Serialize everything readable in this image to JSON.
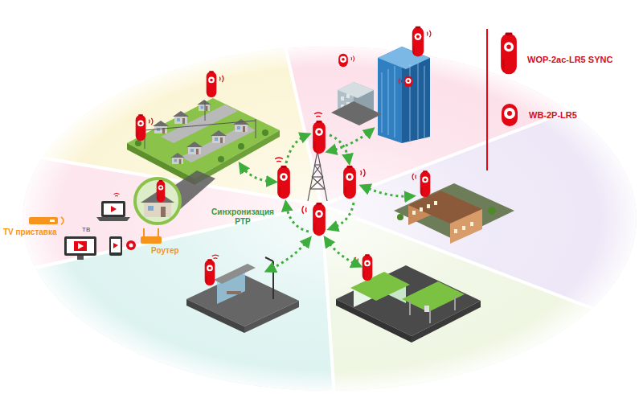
{
  "diagram": {
    "labels": [
      "Синхронизация PTP",
      "TV приставка",
      "ТВ",
      "Роутер"
    ],
    "legend": [
      {
        "text": "WOP-2ac-LR5 SYNC"
      },
      {
        "text": "WB-2P-LR5"
      }
    ]
  }
}
